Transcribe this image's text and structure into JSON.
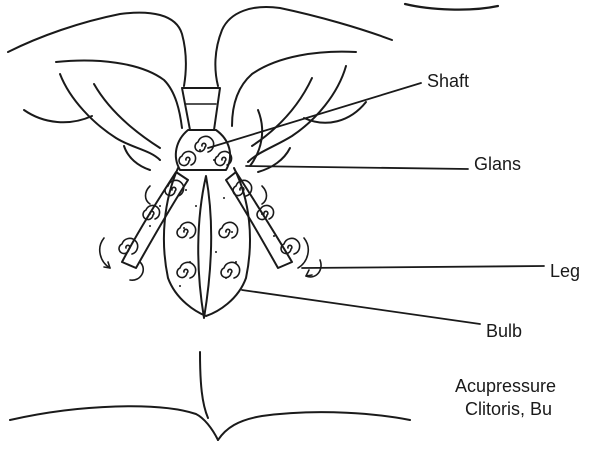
{
  "labels": {
    "shaft": "Shaft",
    "glans": "Glans",
    "leg": "Leg",
    "bulb": "Bulb"
  },
  "caption": {
    "line1": "Acupressure",
    "line2": "Clitoris, Bu"
  },
  "colors": {
    "ink": "#1a1a1a",
    "background": "#ffffff"
  }
}
